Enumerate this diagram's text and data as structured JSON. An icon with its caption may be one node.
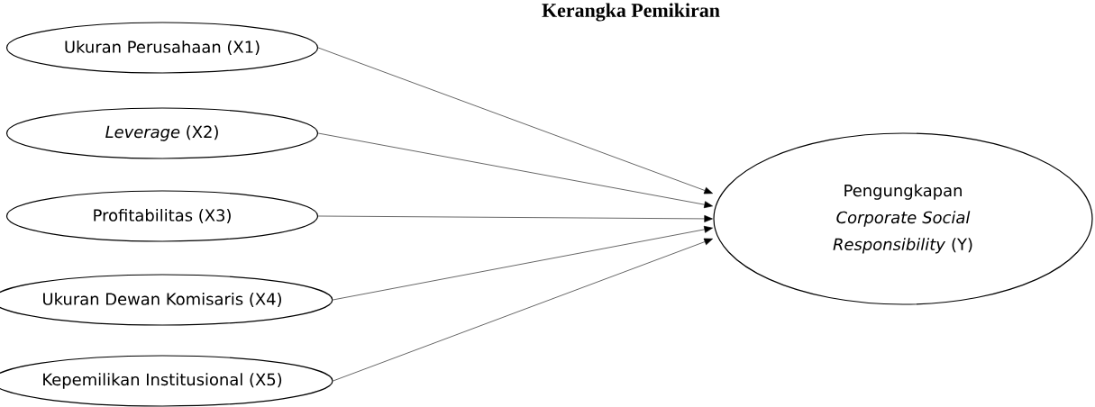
{
  "diagram": {
    "title": "Kerangka Pemikiran",
    "nodes": [
      {
        "text": [
          "Ukuran Perusahaan (X1)"
        ]
      },
      {
        "text": [
          "*Leverage* (X2)"
        ]
      },
      {
        "text": [
          "Profitabilitas (X3)"
        ]
      },
      {
        "text": [
          "Ukuran Dewan Komisaris (X4)"
        ]
      },
      {
        "text": [
          "Kepemilikan Institusional (X5)"
        ]
      },
      {
        "text": [
          "Pengungkapan *Corporate Social Responsibility* (Y)"
        ]
      }
    ],
    "edges": [
      {
        "from": 0,
        "to": 5,
        "arrow": "to"
      },
      {
        "from": 1,
        "to": 5,
        "arrow": "to"
      },
      {
        "from": 2,
        "to": 5,
        "arrow": "to"
      },
      {
        "from": 3,
        "to": 5,
        "arrow": "to"
      },
      {
        "from": 4,
        "to": 5,
        "arrow": "to"
      }
    ]
  }
}
